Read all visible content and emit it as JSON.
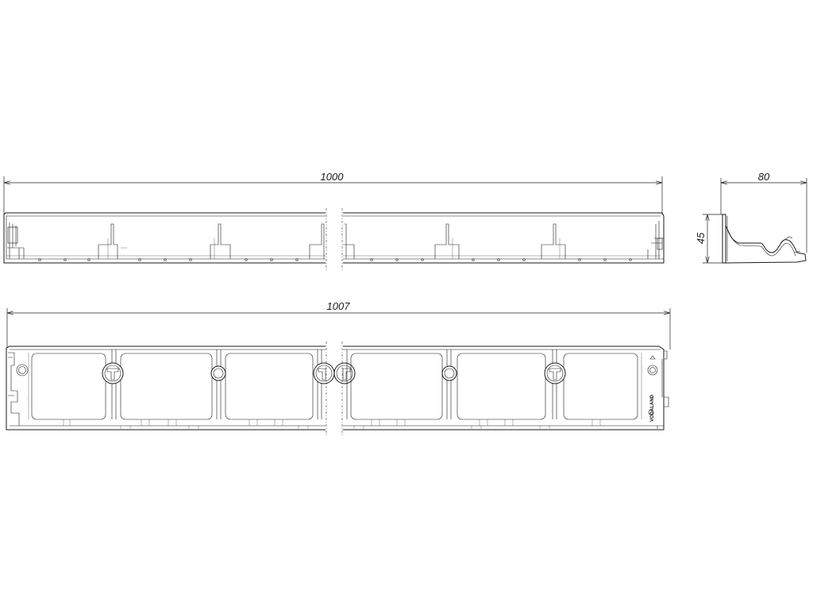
{
  "drawing": {
    "side_view": {
      "length_label": "1000"
    },
    "section_view": {
      "width_label": "80",
      "height_label": "45"
    },
    "top_view": {
      "length_label": "1007",
      "brand_logo_text": "VODALAND"
    }
  }
}
